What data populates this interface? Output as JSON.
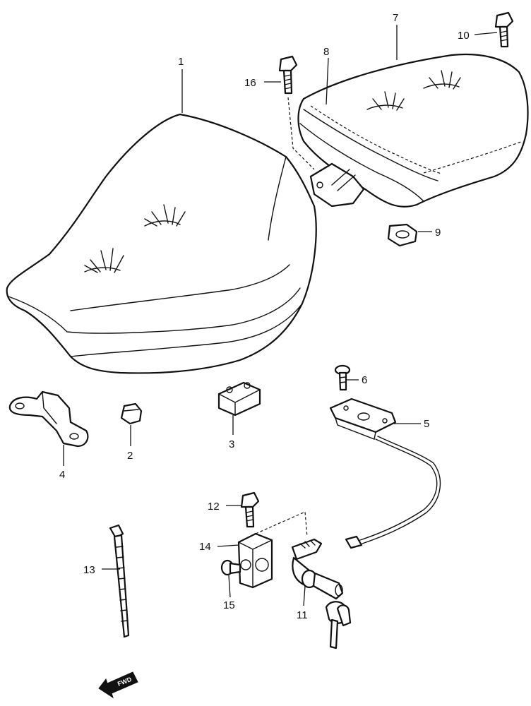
{
  "labels": {
    "p1": "1",
    "p2": "2",
    "p3": "3",
    "p4": "4",
    "p5": "5",
    "p6": "6",
    "p7": "7",
    "p8": "8",
    "p9": "9",
    "p10": "10",
    "p11": "11",
    "p12": "12",
    "p13": "13",
    "p14": "14",
    "p15": "15",
    "p16": "16"
  },
  "direction_arrow": {
    "text": "FWD"
  }
}
